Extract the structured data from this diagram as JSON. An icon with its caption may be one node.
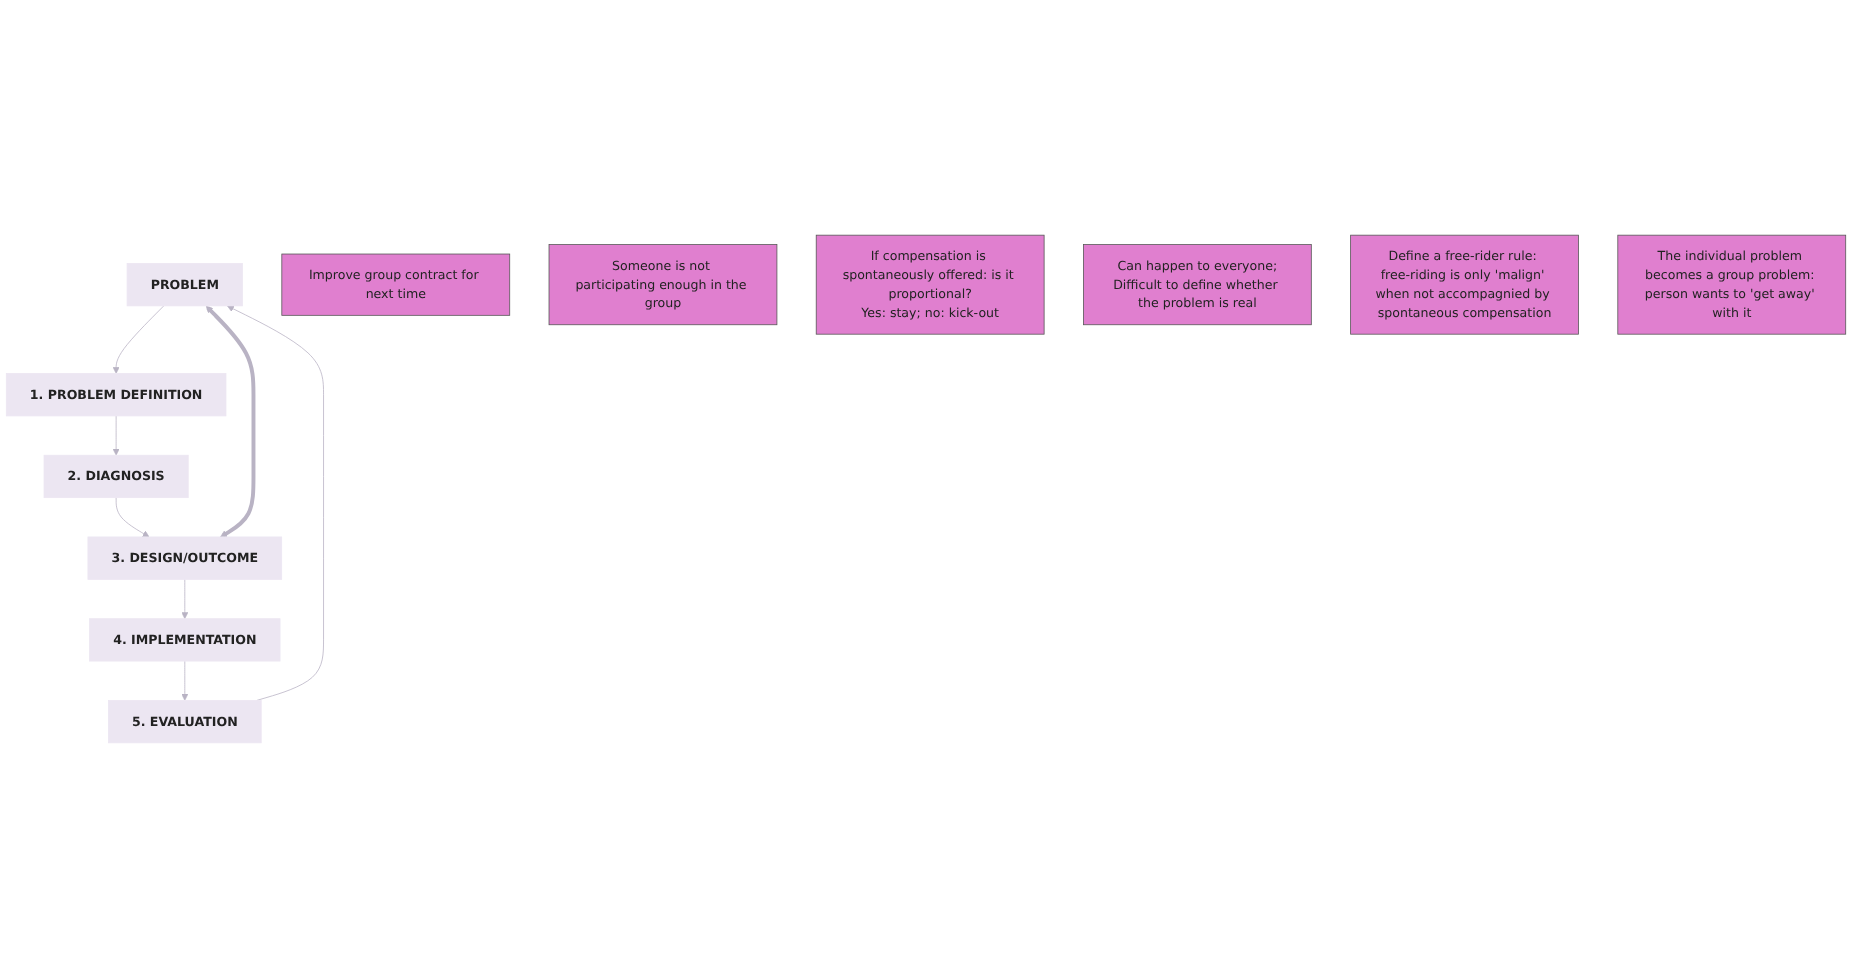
{
  "diagram": {
    "nodes": [
      {
        "text": [
          "PROBLEM"
        ]
      },
      {
        "text": [
          "1. PROBLEM DEFINITION"
        ]
      },
      {
        "text": [
          "2. DIAGNOSIS"
        ]
      },
      {
        "text": [
          "3. DESIGN/OUTCOME"
        ]
      },
      {
        "text": [
          "4. IMPLEMENTATION"
        ]
      },
      {
        "text": [
          "5. EVALUATION"
        ]
      },
      {
        "text": [
          "Improve group contract for next time"
        ]
      },
      {
        "text": [
          "Someone is not participating enough in the group"
        ]
      },
      {
        "text": [
          "If compensation is spontaneously offered: is it proportional?",
          "Yes: stay; no: kick-out"
        ]
      },
      {
        "text": [
          "Can happen to everyone;",
          "Difficult to define whether the problem is real"
        ]
      },
      {
        "text": [
          "Define a free-rider rule: free-riding is only 'malign' when not accompagnied by spontaneous compensation"
        ]
      },
      {
        "text": [
          "The individual problem becomes a group problem: person wants to 'get away' with it"
        ]
      }
    ],
    "edges": [
      {
        "from": 0,
        "to": 1,
        "arrow": "to"
      },
      {
        "from": 1,
        "to": 2,
        "arrow": "to"
      },
      {
        "from": 2,
        "to": 3,
        "arrow": "to"
      },
      {
        "from": 3,
        "to": 4,
        "arrow": "to"
      },
      {
        "from": 4,
        "to": 5,
        "arrow": "to"
      },
      {
        "from": 5,
        "to": 0,
        "arrow": "to"
      },
      {
        "from": 0,
        "to": 3,
        "arrow": "both",
        "style": "thick"
      }
    ]
  }
}
